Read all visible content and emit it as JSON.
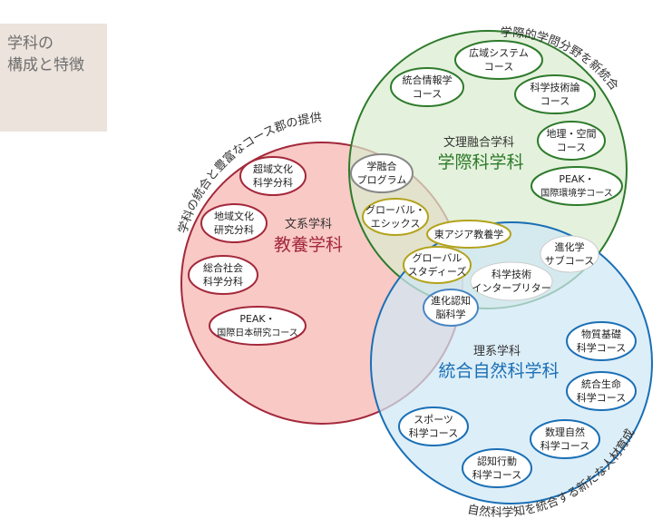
{
  "section_title": {
    "line1": "学科の",
    "line2": "構成と特徴"
  },
  "arcs": {
    "top": "学際的学問分野を新統合",
    "left": "学科の統合と豊富なコース郡の提供",
    "bottom": "自然科学知を統合する新たな人材育成"
  },
  "departments": {
    "humanities": {
      "small": "文系学科",
      "large": "教養学科"
    },
    "interdisciplinary": {
      "small": "文理融合学科",
      "large": "学際科学科"
    },
    "science": {
      "small": "理系学科",
      "large": "統合自然科学科"
    }
  },
  "courses": {
    "wide_area_systems": {
      "line1": "広域システム",
      "line2": "コース"
    },
    "integrated_info": {
      "line1": "統合情報学",
      "line2": "コース"
    },
    "sts": {
      "line1": "科学技術論",
      "line2": "コース"
    },
    "geo_space": {
      "line1": "地理・空間",
      "line2": "コース"
    },
    "peak_env": {
      "line1": "PEAK・",
      "line2": "国際環境学コース"
    },
    "super_regional": {
      "line1": "超域文化",
      "line2": "科学分科"
    },
    "area_culture": {
      "line1": "地域文化",
      "line2": "研究分科"
    },
    "integrated_social": {
      "line1": "総合社会",
      "line2": "科学分科"
    },
    "peak_japan": {
      "line1": "PEAK・",
      "line2": "国際日本研究コース"
    },
    "gakuyugo": {
      "line1": "学融合",
      "line2": "プログラム"
    },
    "global_ethics": {
      "line1": "グローバル・",
      "line2": "エシックス"
    },
    "east_asia": {
      "line1": "東アジア教養学"
    },
    "global_studies": {
      "line1": "グローバル",
      "line2": "スタディーズ"
    },
    "sti": {
      "line1": "科学技術",
      "line2": "インタープリター"
    },
    "evolution": {
      "line1": "進化学",
      "line2": "サブコース"
    },
    "cognitive_brain": {
      "line1": "進化認知",
      "line2": "脳科学"
    },
    "material": {
      "line1": "物質基礎",
      "line2": "科学コース"
    },
    "life": {
      "line1": "統合生命",
      "line2": "科学コース"
    },
    "sports": {
      "line1": "スポーツ",
      "line2": "科学コース"
    },
    "math_nature": {
      "line1": "数理自然",
      "line2": "科学コース"
    },
    "cognitive_behavior": {
      "line1": "認知行動",
      "line2": "科学コース"
    }
  },
  "colors": {
    "humanities_fill": "#f8c3c0",
    "humanities_accent": "#a3283a",
    "interdisciplinary_fill": "#d9ebce",
    "interdisciplinary_accent": "#2d7a2b",
    "science_fill": "#cfe7f5",
    "science_accent": "#1a6fb5",
    "shared_accent": "#b3a21c",
    "cognitive_accent": "#4a86c3",
    "gakuyugo_accent": "#888888"
  }
}
